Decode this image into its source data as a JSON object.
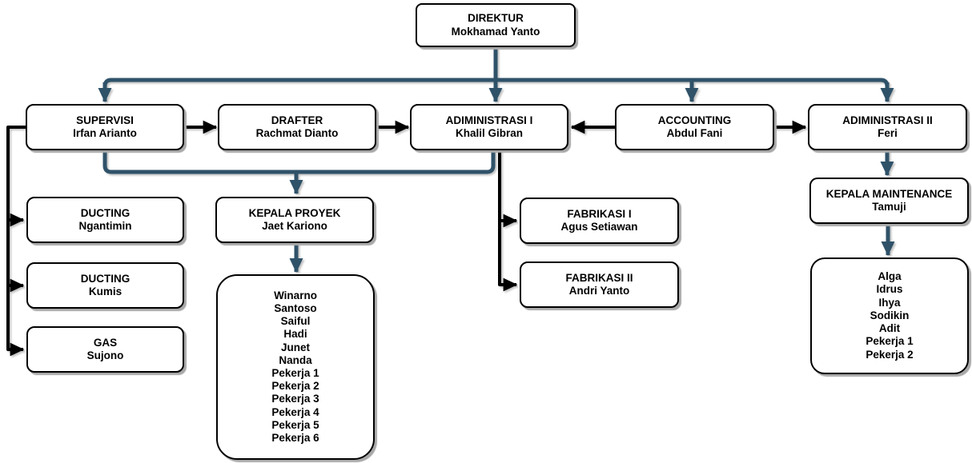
{
  "colors": {
    "background": "#ffffff",
    "box_fill": "#ffffff",
    "box_border": "#000000",
    "connector_blue": "#2f5269",
    "connector_black": "#000000",
    "shadow": "#a8a8a8",
    "text": "#000000"
  },
  "org": {
    "direktur": {
      "title": "DIREKTUR",
      "person": "Mokhamad Yanto"
    },
    "supervisi": {
      "title": "SUPERVISI",
      "person": "Irfan Arianto"
    },
    "drafter": {
      "title": "DRAFTER",
      "person": "Rachmat Dianto"
    },
    "administrasi1": {
      "title": "ADIMINISTRASI I",
      "person": "Khalil Gibran"
    },
    "accounting": {
      "title": "ACCOUNTING",
      "person": "Abdul Fani"
    },
    "administrasi2": {
      "title": "ADIMINISTRASI II",
      "person": "Feri"
    },
    "ducting1": {
      "title": "DUCTING",
      "person": "Ngantimin"
    },
    "ducting2": {
      "title": "DUCTING",
      "person": "Kumis"
    },
    "gas": {
      "title": "GAS",
      "person": "Sujono"
    },
    "kepala_proyek": {
      "title": "KEPALA PROYEK",
      "person": "Jaet Kariono"
    },
    "fabrikasi1": {
      "title": "FABRIKASI I",
      "person": "Agus Setiawan"
    },
    "fabrikasi2": {
      "title": "FABRIKASI II",
      "person": "Andri Yanto"
    },
    "kepala_maintenance": {
      "title": "KEPALA MAINTENANCE",
      "person": "Tamuji"
    },
    "proyek_team": {
      "members": [
        "Winarno",
        "Santoso",
        "Saiful",
        "Hadi",
        "Junet",
        "Nanda",
        "Pekerja 1",
        "Pekerja 2",
        "Pekerja 3",
        "Pekerja 4",
        "Pekerja 5",
        "Pekerja 6"
      ]
    },
    "maintenance_team": {
      "members": [
        "Alga",
        "Idrus",
        "Ihya",
        "Sodikin",
        "Adit",
        "Pekerja 1",
        "Pekerja 2"
      ]
    }
  }
}
